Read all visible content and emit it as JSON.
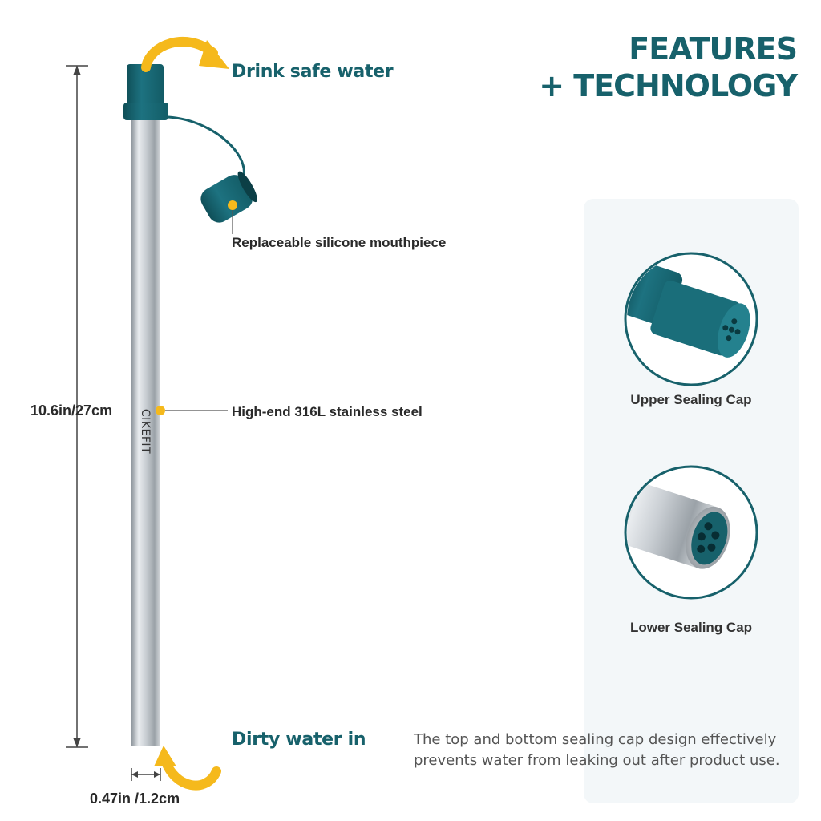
{
  "title": {
    "line1": "FEATURES",
    "line2": "+ TECHNOLOGY"
  },
  "callouts": {
    "drink": "Drink safe water",
    "mouthpiece": "Replaceable silicone mouthpiece",
    "steel": "High-end 316L stainless steel",
    "dirty": "Dirty water in"
  },
  "dimensions": {
    "length": "10.6in/27cm",
    "diameter": "0.47in /1.2cm"
  },
  "brand": "CIKEFIT",
  "caps": {
    "upper": "Upper Sealing Cap",
    "lower": "Lower Sealing Cap"
  },
  "description": {
    "line1": "The top and bottom sealing cap design effectively",
    "line2": "prevents water from leaking out after product use."
  },
  "colors": {
    "teal": "#17616b",
    "accent_yellow": "#f5b91c",
    "steel": "#b8bec4",
    "panel": "#f3f7f9"
  }
}
